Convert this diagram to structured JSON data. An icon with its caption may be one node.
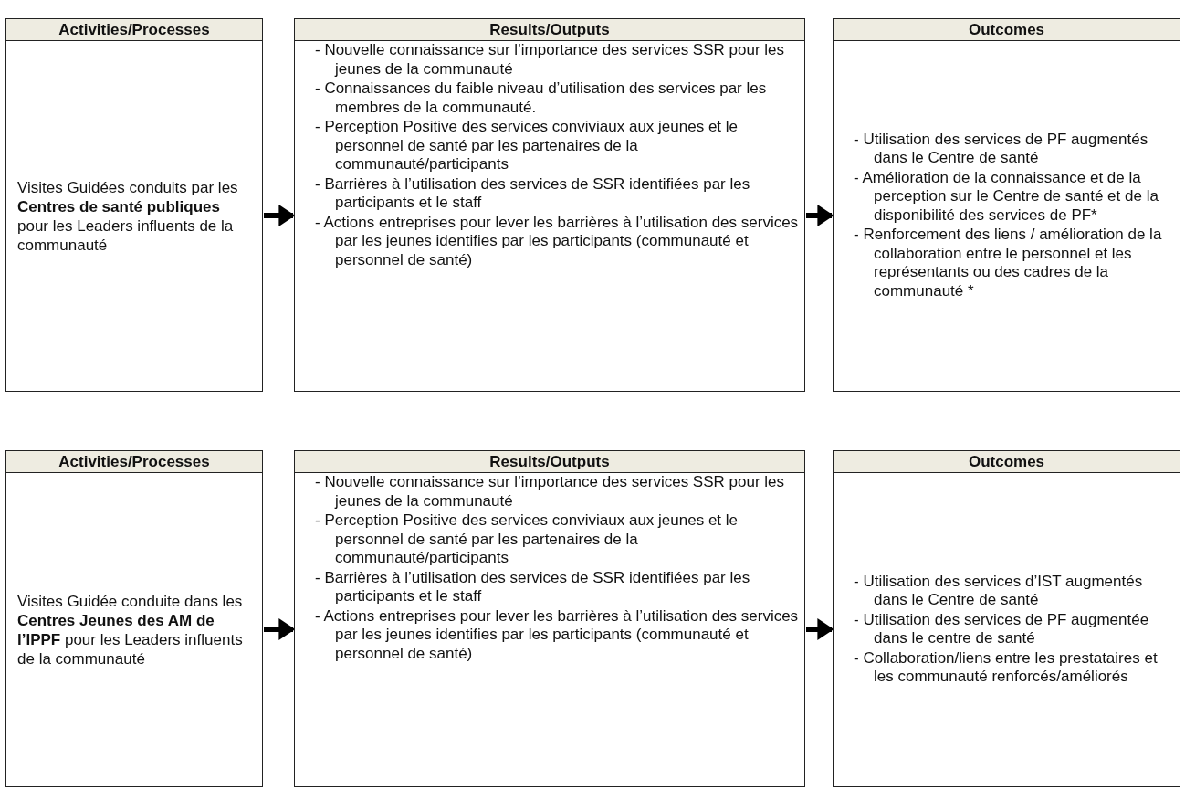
{
  "diagram": {
    "nodes": [
      {
        "text": [
          "Activities/Processes",
          "Visites Guidées conduits par les **Centres de santé publiques** pour les Leaders influents de la communauté"
        ]
      },
      {
        "text": [
          "Results/Outputs",
          "- Nouvelle connaissance sur l’importance des services SSR pour les jeunes de la communauté",
          "- Connaissances du faible niveau d’utilisation des services par les membres de la communauté.",
          "- Perception Positive des services conviviaux aux jeunes et le personnel de santé par les partenaires de la communauté/participants",
          "- Barrières à l’utilisation des services de SSR identifiées par les participants et le staff",
          "- Actions entreprises pour lever les barrières à l’utilisation des services par les jeunes identifies par les participants (communauté et personnel de santé)"
        ]
      },
      {
        "text": [
          "Outcomes",
          "- Utilisation des services de PF augmentés dans le Centre de santé",
          "- Amélioration de la connaissance et de la perception sur le Centre de santé et de la disponibilité des services de PF*",
          "- Renforcement des liens / amélioration de la collaboration entre le personnel et les représentants ou des cadres de la communauté *"
        ]
      },
      {
        "text": [
          "Activities/Processes",
          "Visites Guidée conduite dans les **Centres Jeunes des AM de l’IPPF** pour les Leaders influents de la communauté"
        ]
      },
      {
        "text": [
          "Results/Outputs",
          "- Nouvelle connaissance sur l’importance des services SSR pour les jeunes de la communauté",
          "- Perception Positive des services conviviaux aux jeunes et le personnel de santé par les partenaires de la communauté/participants",
          "- Barrières à l’utilisation des services de SSR identifiées par les participants et le staff",
          "- Actions entreprises pour lever les barrières à l’utilisation des services par les jeunes identifies par les participants (communauté et personnel de santé)"
        ]
      },
      {
        "text": [
          "Outcomes",
          "- Utilisation des services d’IST augmentés dans le Centre de santé",
          "- Utilisation des services de PF augmentée dans le centre de santé",
          "- Collaboration/liens entre les prestataires et les communauté renforcés/améliorés"
        ]
      }
    ],
    "edges": [
      {
        "from": 0,
        "to": 1,
        "arrow": "to"
      },
      {
        "from": 1,
        "to": 2,
        "arrow": "to"
      },
      {
        "from": 3,
        "to": 4,
        "arrow": "to"
      },
      {
        "from": 4,
        "to": 5,
        "arrow": "to"
      }
    ]
  }
}
